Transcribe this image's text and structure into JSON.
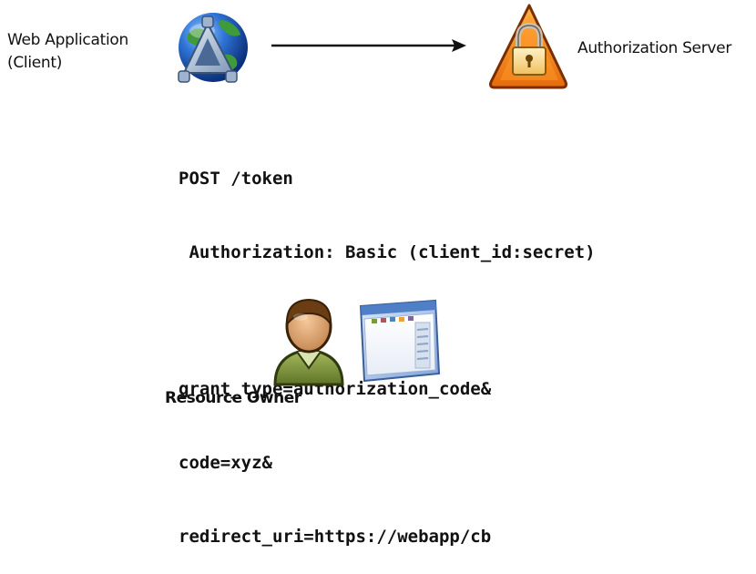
{
  "client": {
    "label_line1": "Web Application",
    "label_line2": "(Client)",
    "icon": "globe-app-icon"
  },
  "server": {
    "label": "Authorization Server",
    "icon": "padlock-warning-icon"
  },
  "arrow": {
    "direction": "client-to-server"
  },
  "request": {
    "line1": "POST /token",
    "line2": " Authorization: Basic (client_id:secret)",
    "line3": "grant_type=authorization_code&",
    "line4": "code=xyz&",
    "line5": "redirect_uri=https://webapp/cb"
  },
  "owner": {
    "label": "Resource Owner",
    "person_icon": "user-icon",
    "window_icon": "browser-window-icon"
  },
  "colors": {
    "arrow": "#111111",
    "lock_orange": "#f08a1c",
    "globe_blue": "#1f5fbf",
    "person_green": "#7a8f3a",
    "window_blue": "#5b86c9"
  }
}
